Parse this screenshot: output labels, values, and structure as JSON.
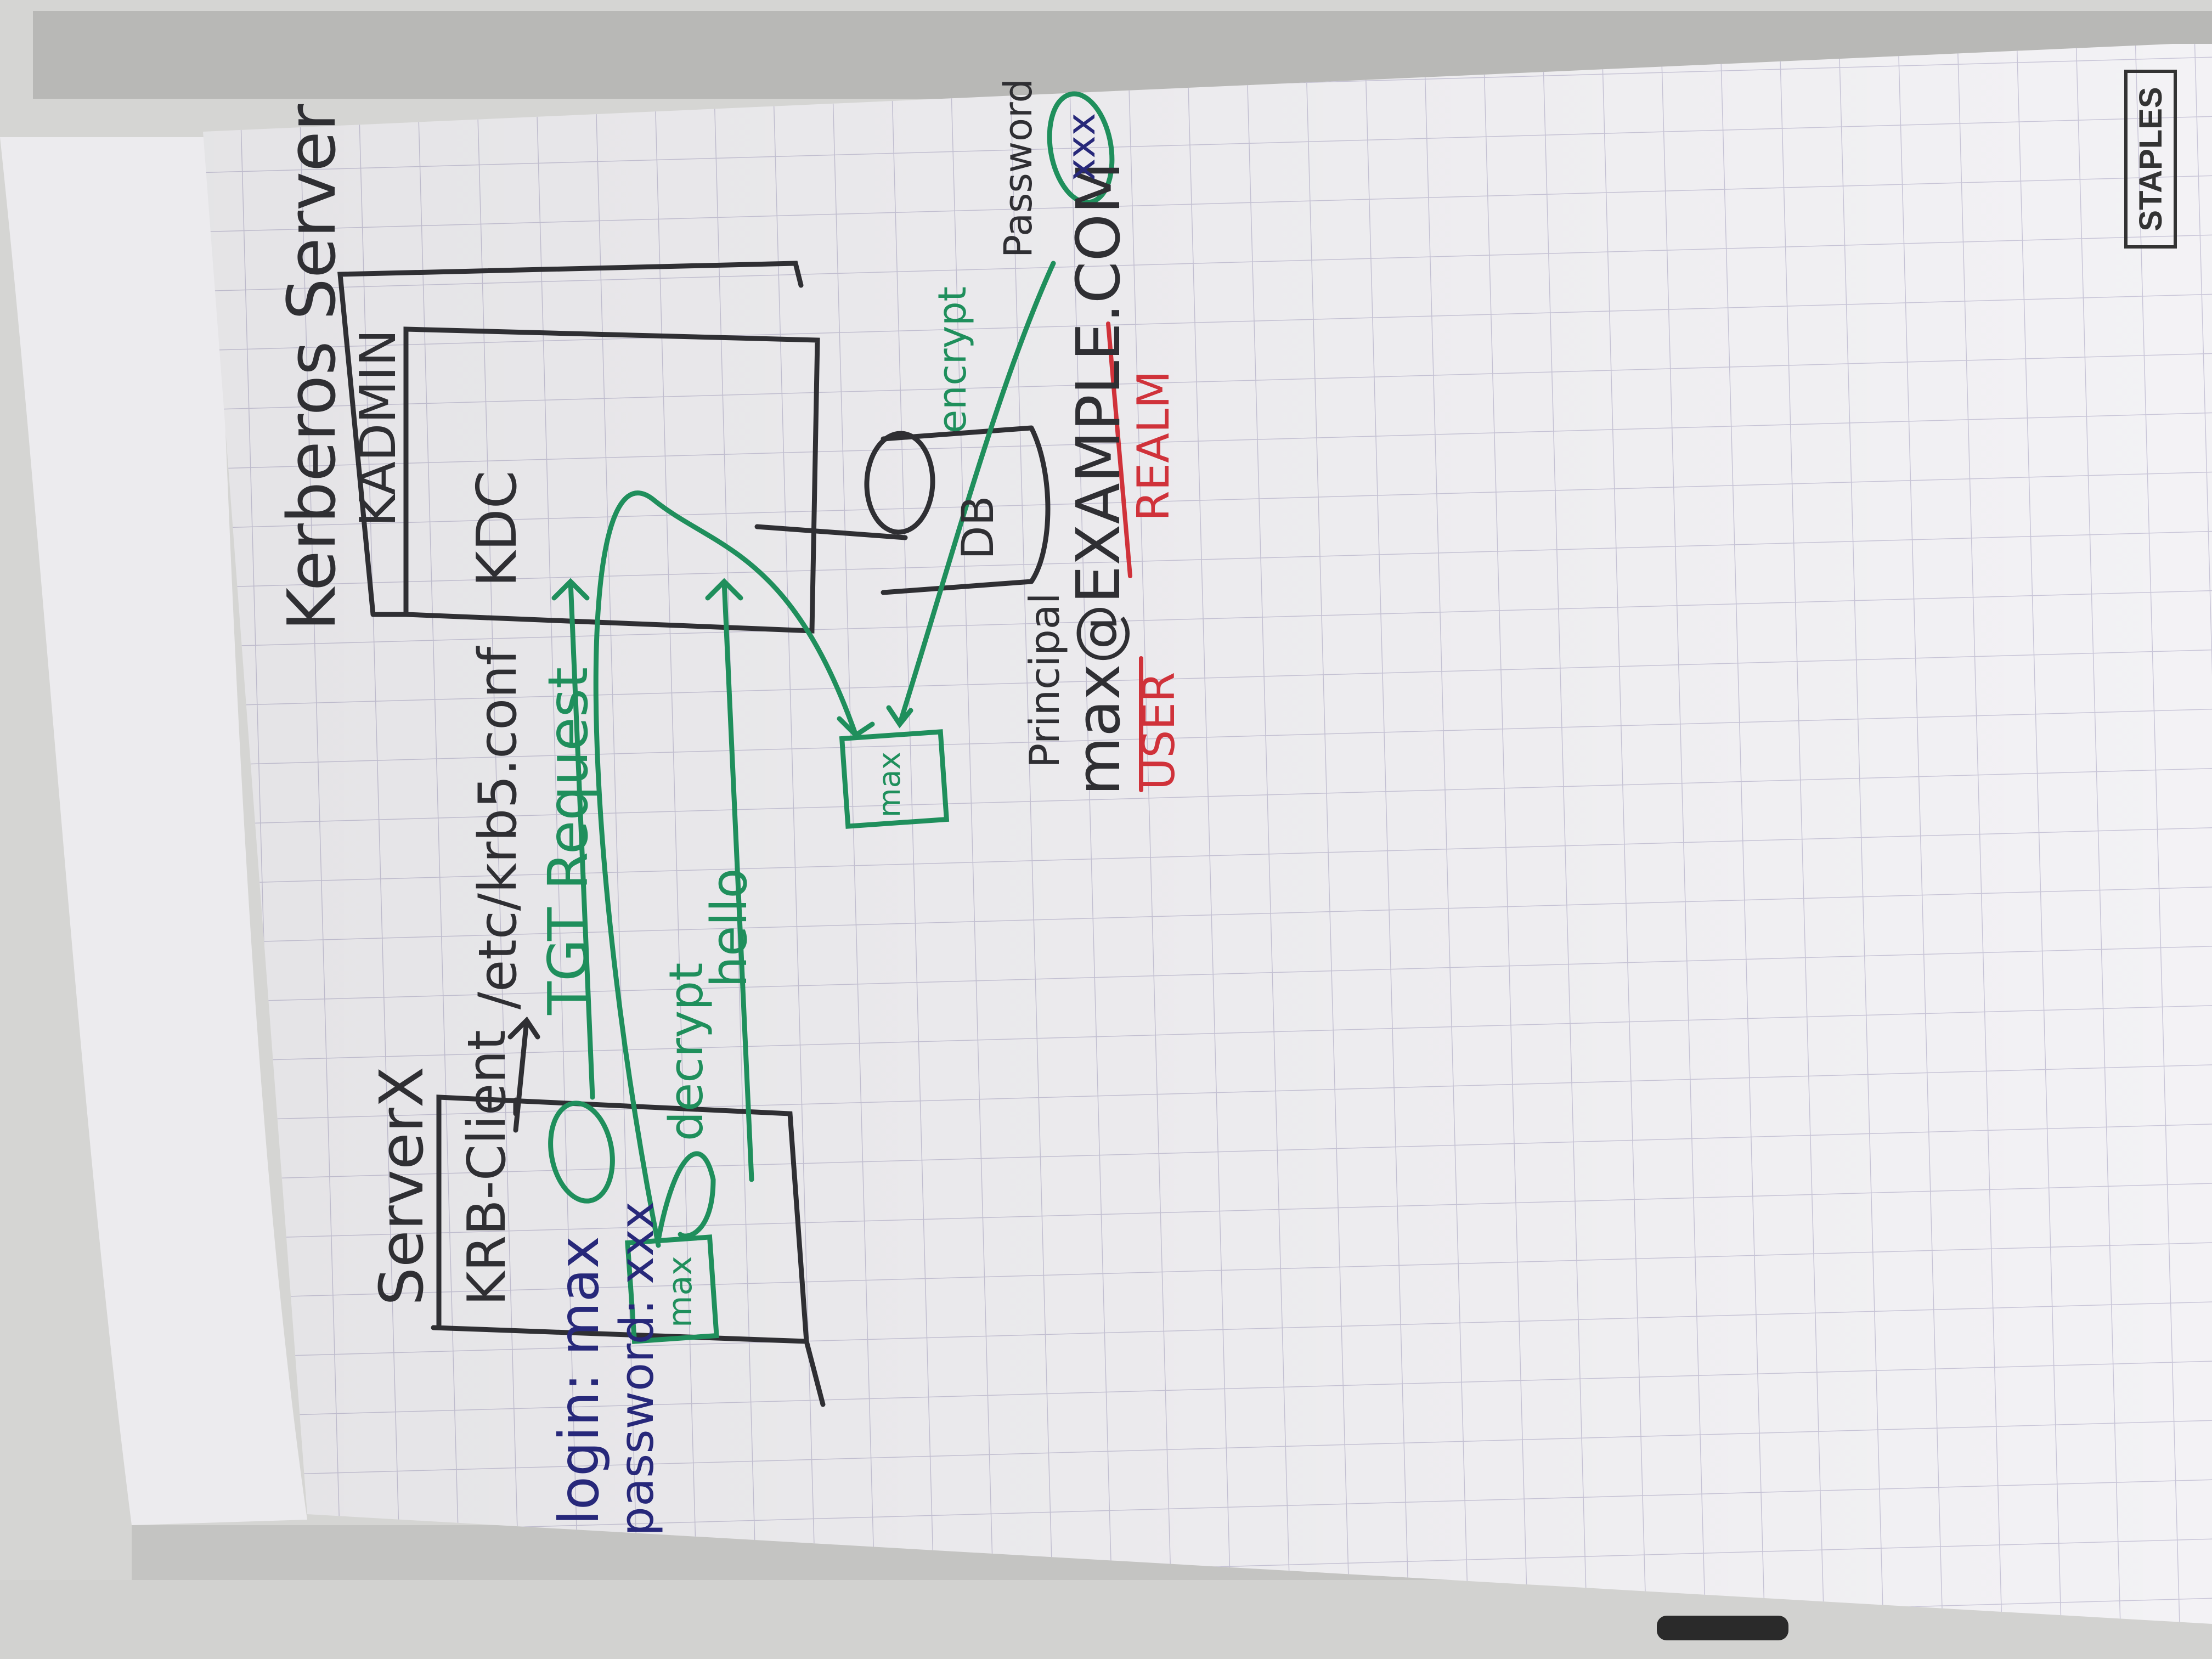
{
  "colors": {
    "ink_black": "#2f2f33",
    "ink_green": "#1f8f5c",
    "ink_red": "#d0323a",
    "ink_blue": "#27287a",
    "paper": "#f3f2f5",
    "grid": "#c9c6d8"
  },
  "board": {
    "brand": "STAPLES"
  },
  "drawing": {
    "title": "Kerberos Server",
    "server_x": {
      "label": "ServerX",
      "client": "KRB-Client",
      "config_path": "/etc/krb5.conf",
      "login": "login: max",
      "password": "password: xxx",
      "key_label": "max"
    },
    "kdc": {
      "admin": "KADMIN",
      "label": "KDC",
      "db": "DB",
      "key_label": "max"
    },
    "flows": {
      "request": "TGT Request",
      "decrypt": "decrypt",
      "hello": "hello",
      "encrypt": "encrypt"
    },
    "principal": {
      "caption": "Principal",
      "name": "max@EXAMPLE.COM",
      "user_tag": "USER",
      "realm_tag": "REALM",
      "password_caption": "Password",
      "password_value": "xxx"
    }
  }
}
